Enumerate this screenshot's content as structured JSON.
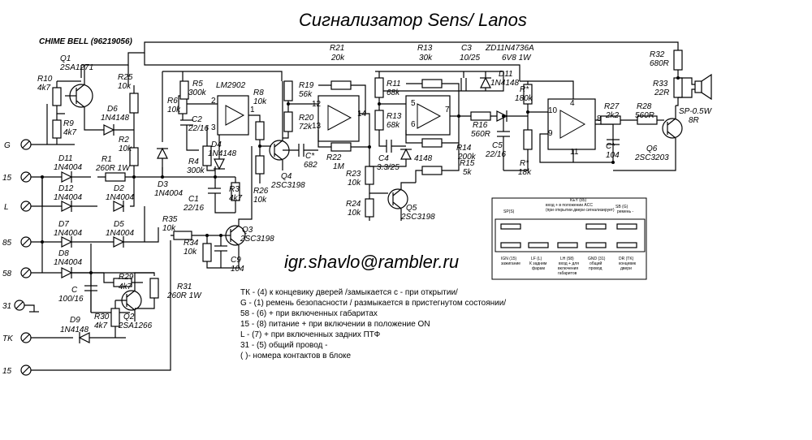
{
  "title": "Сигнализатор Sens/ Lanos",
  "subtitle": "CHIME BELL (96219056)",
  "email": "igr.shavlo@rambler.ru",
  "terminals": [
    "G",
    "15",
    "L",
    "85",
    "58",
    "31",
    "TK",
    "15"
  ],
  "components": {
    "q1": "Q1",
    "q1_part": "2SA1271",
    "r10": "R10",
    "r10_val": "4k7",
    "r9": "R9",
    "r9_val": "4k7",
    "r25": "R25",
    "r25_val": "10k",
    "d6": "D6",
    "d6_part": "1N4148",
    "r2": "R2",
    "r2_val": "10k",
    "d11": "D11",
    "d11_part": "1N4004",
    "r1": "R1",
    "r1_val": "260R 1W",
    "d12": "D12",
    "d12_part": "1N4004",
    "d2": "D2",
    "d2_part": "1N4004",
    "d7": "D7",
    "d7_part": "1N4004",
    "d5": "D5",
    "d5_part": "1N4004",
    "d8": "D8",
    "d8_part": "1N4004",
    "c": "C",
    "c_val": "100/16",
    "r29": "R29",
    "r29_val": "4k7",
    "q2": "Q2",
    "q2_part": "2SA1266",
    "r30": "R30",
    "r30_val": "4k7",
    "d9": "D9",
    "d9_part": "1N4148",
    "r31": "R31",
    "r31_val": "260R 1W",
    "r35": "R35",
    "r35_val": "10k",
    "r34": "R34",
    "r34_val": "10k",
    "c9": "C9",
    "c9_val": "104",
    "q3": "Q3",
    "q3_part": "2SC3198",
    "d3": "D3",
    "d3_part": "1N4004",
    "r6": "R6",
    "r6_val": "10k",
    "r5": "R5",
    "r5_val": "300k",
    "c2": "C2",
    "c2_val": "22/16",
    "r4": "R4",
    "r4_val": "300k",
    "d4": "D4",
    "d4_part": "1N4148",
    "c1": "C1",
    "c1_val": "22/16",
    "r3": "R3",
    "r3_val": "4k7",
    "lm": "LM2902",
    "r8": "R8",
    "r8_val": "10k",
    "r26": "R26",
    "r26_val": "10k",
    "q4": "Q4",
    "q4_part": "2SC3198",
    "cstar1": "C*",
    "cstar1_val": "682",
    "r21": "R21",
    "r21_val": "20k",
    "r19": "R19",
    "r19_val": "56k",
    "r20": "R20",
    "r20_val": "72k",
    "r22": "R22",
    "r22_val": "1M",
    "r23": "R23",
    "r23_val": "10k",
    "r24": "R24",
    "r24_val": "10k",
    "r13a": "R13",
    "r13a_val": "30k",
    "c3": "C3",
    "c3_val": "10/25",
    "zd1": "ZD1",
    "zd1_part": "1N4736A",
    "zd1_val": "6V8 1W",
    "r11": "R11",
    "r11_val": "68k",
    "r13b": "R13",
    "r13b_val": "68k",
    "c4": "C4",
    "c4_val": "3.3/25",
    "d4148": "4148",
    "q5": "Q5",
    "q5_part": "2SC3198",
    "r16": "R16",
    "r16_val": "560R",
    "r14": "R14",
    "r14_val": "200k",
    "r15": "R15",
    "r15_val": "5k",
    "c5": "C5",
    "c5_val": "22/16",
    "d11b": "D11",
    "d11b_part": "1N4148",
    "rstar1": "R*",
    "rstar1_val": "180k",
    "rstar2": "R*",
    "rstar2_val": "18k",
    "cstar2": "C*",
    "cstar2_val": "104",
    "r27": "R27",
    "r27_val": "2k2",
    "r28": "R28",
    "r28_val": "560R",
    "q6": "Q6",
    "q6_part": "2SC3203",
    "r32": "R32",
    "r32_val": "680R",
    "r33": "R33",
    "r33_val": "22R",
    "sp": "SP-0.5W",
    "sp_val": "8R"
  },
  "pins": [
    "2",
    "3",
    "1",
    "12",
    "13",
    "14",
    "5",
    "6",
    "7",
    "10",
    "9",
    "8",
    "4",
    "11"
  ],
  "connector": {
    "top_labels": [
      "SP(S)",
      "KEY (85)",
      "вход + в положении ACC",
      "(при открытии двери сигнализирует)",
      "SB (G)",
      "ремень -"
    ],
    "bottom_labels": [
      "IGN (15)",
      "зажигание",
      "LF (L)",
      "К задним",
      "фарам",
      "LH (58)",
      "вход + для",
      "включения",
      "габаритов",
      "GND (31)",
      "общий",
      "провод",
      "DR (TK)",
      "концевик",
      "двери"
    ]
  },
  "legend": [
    "ТК - (4) к концевику дверей /замыкается с - при открытии/",
    "G  -  (1) ремень безопасности / размыкается в пристегнутом состоянии/",
    "58 - (6) + при включенных габаритах",
    "15 - (8) питание + при включении в положение ON",
    " L  - (7) + при включенных задних ПТФ",
    "31 - (5) общий провод -",
    "( )- номера контактов в блоке"
  ]
}
